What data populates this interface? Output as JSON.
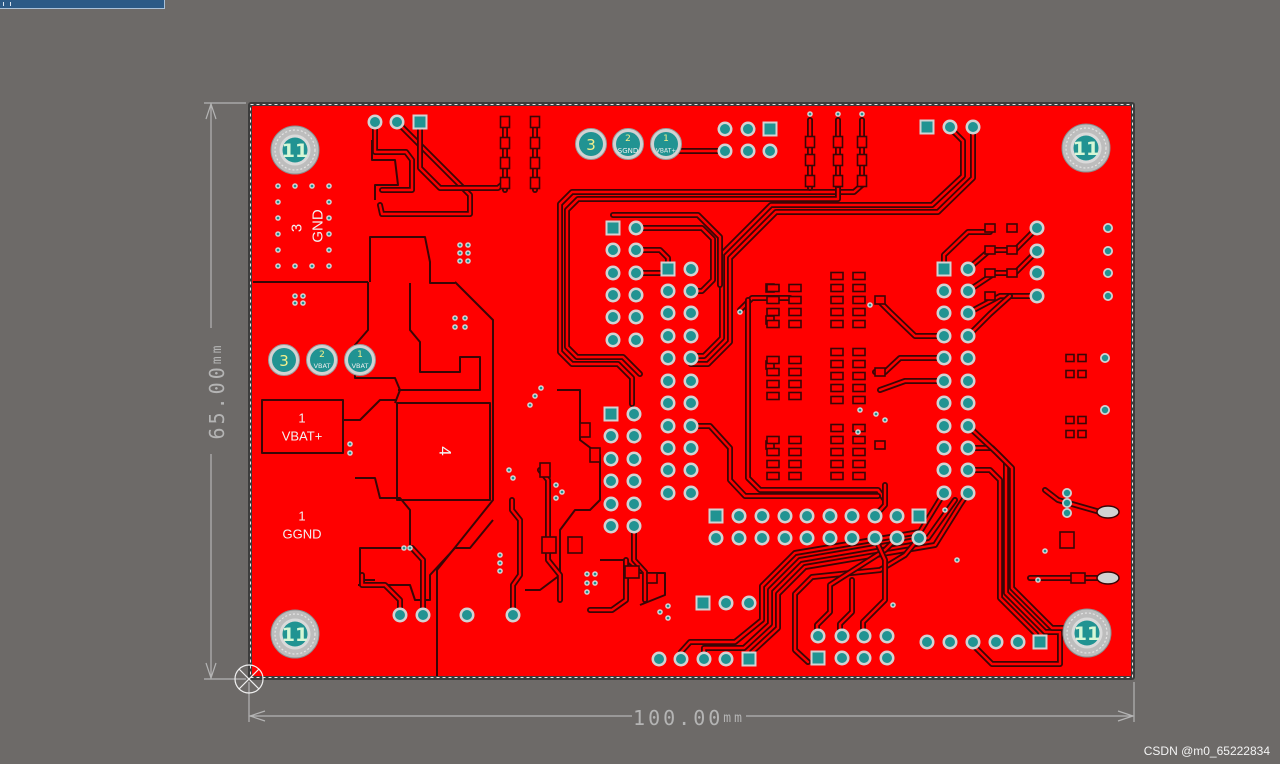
{
  "colors": {
    "workspace": "#6d6a68",
    "board_outline": "#3c3c3c",
    "copper_top": "#ff0000",
    "clearance": "#3a0606",
    "pad_ring": "#d2d2d2",
    "pad_hole": "#219392",
    "silkscreen": "#f2f2f2",
    "dimension": "#b4b4b4",
    "panel": "#2c5a86"
  },
  "board": {
    "mounting_holes": [
      {
        "label": "11"
      },
      {
        "label": "11"
      },
      {
        "label": "11"
      },
      {
        "label": "11"
      }
    ],
    "connector_top": [
      {
        "pin": "3"
      },
      {
        "pin": "2",
        "net": "SGND"
      },
      {
        "pin": "1",
        "net": "VBAT+"
      }
    ],
    "connector_left": [
      {
        "pin": "3"
      },
      {
        "pin": "2",
        "net": "VBAT"
      },
      {
        "pin": "1",
        "net": "VBAT"
      }
    ],
    "silkscreen": {
      "gnd_pad_number": "3",
      "gnd_pad_net": "GND",
      "vbat_pad_number": "1",
      "vbat_pad_net": "VBAT+",
      "ggnd_pad_number": "1",
      "ggnd_pad_net": "GGND",
      "large_pad_number": "4"
    }
  },
  "dimensions": {
    "height": {
      "value": "65.00",
      "unit": "mm"
    },
    "width": {
      "value": "100.00",
      "unit": "mm"
    }
  },
  "watermark": "CSDN @m0_65222834"
}
